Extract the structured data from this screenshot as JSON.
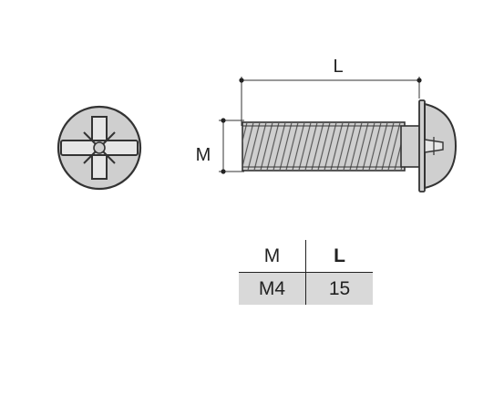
{
  "dimensions": {
    "length_label": "L",
    "diameter_label": "M"
  },
  "table": {
    "headers": {
      "m": "M",
      "l": "L"
    },
    "rows": [
      {
        "m": "M4",
        "l": "15"
      }
    ]
  },
  "colors": {
    "metal_fill": "#cfcfcf",
    "outline": "#333333",
    "table_band": "#d9d9d9"
  },
  "icons": {
    "head_view": "phillips-pozi-drive-head-icon",
    "side_view": "round-head-bolt-side-view"
  }
}
